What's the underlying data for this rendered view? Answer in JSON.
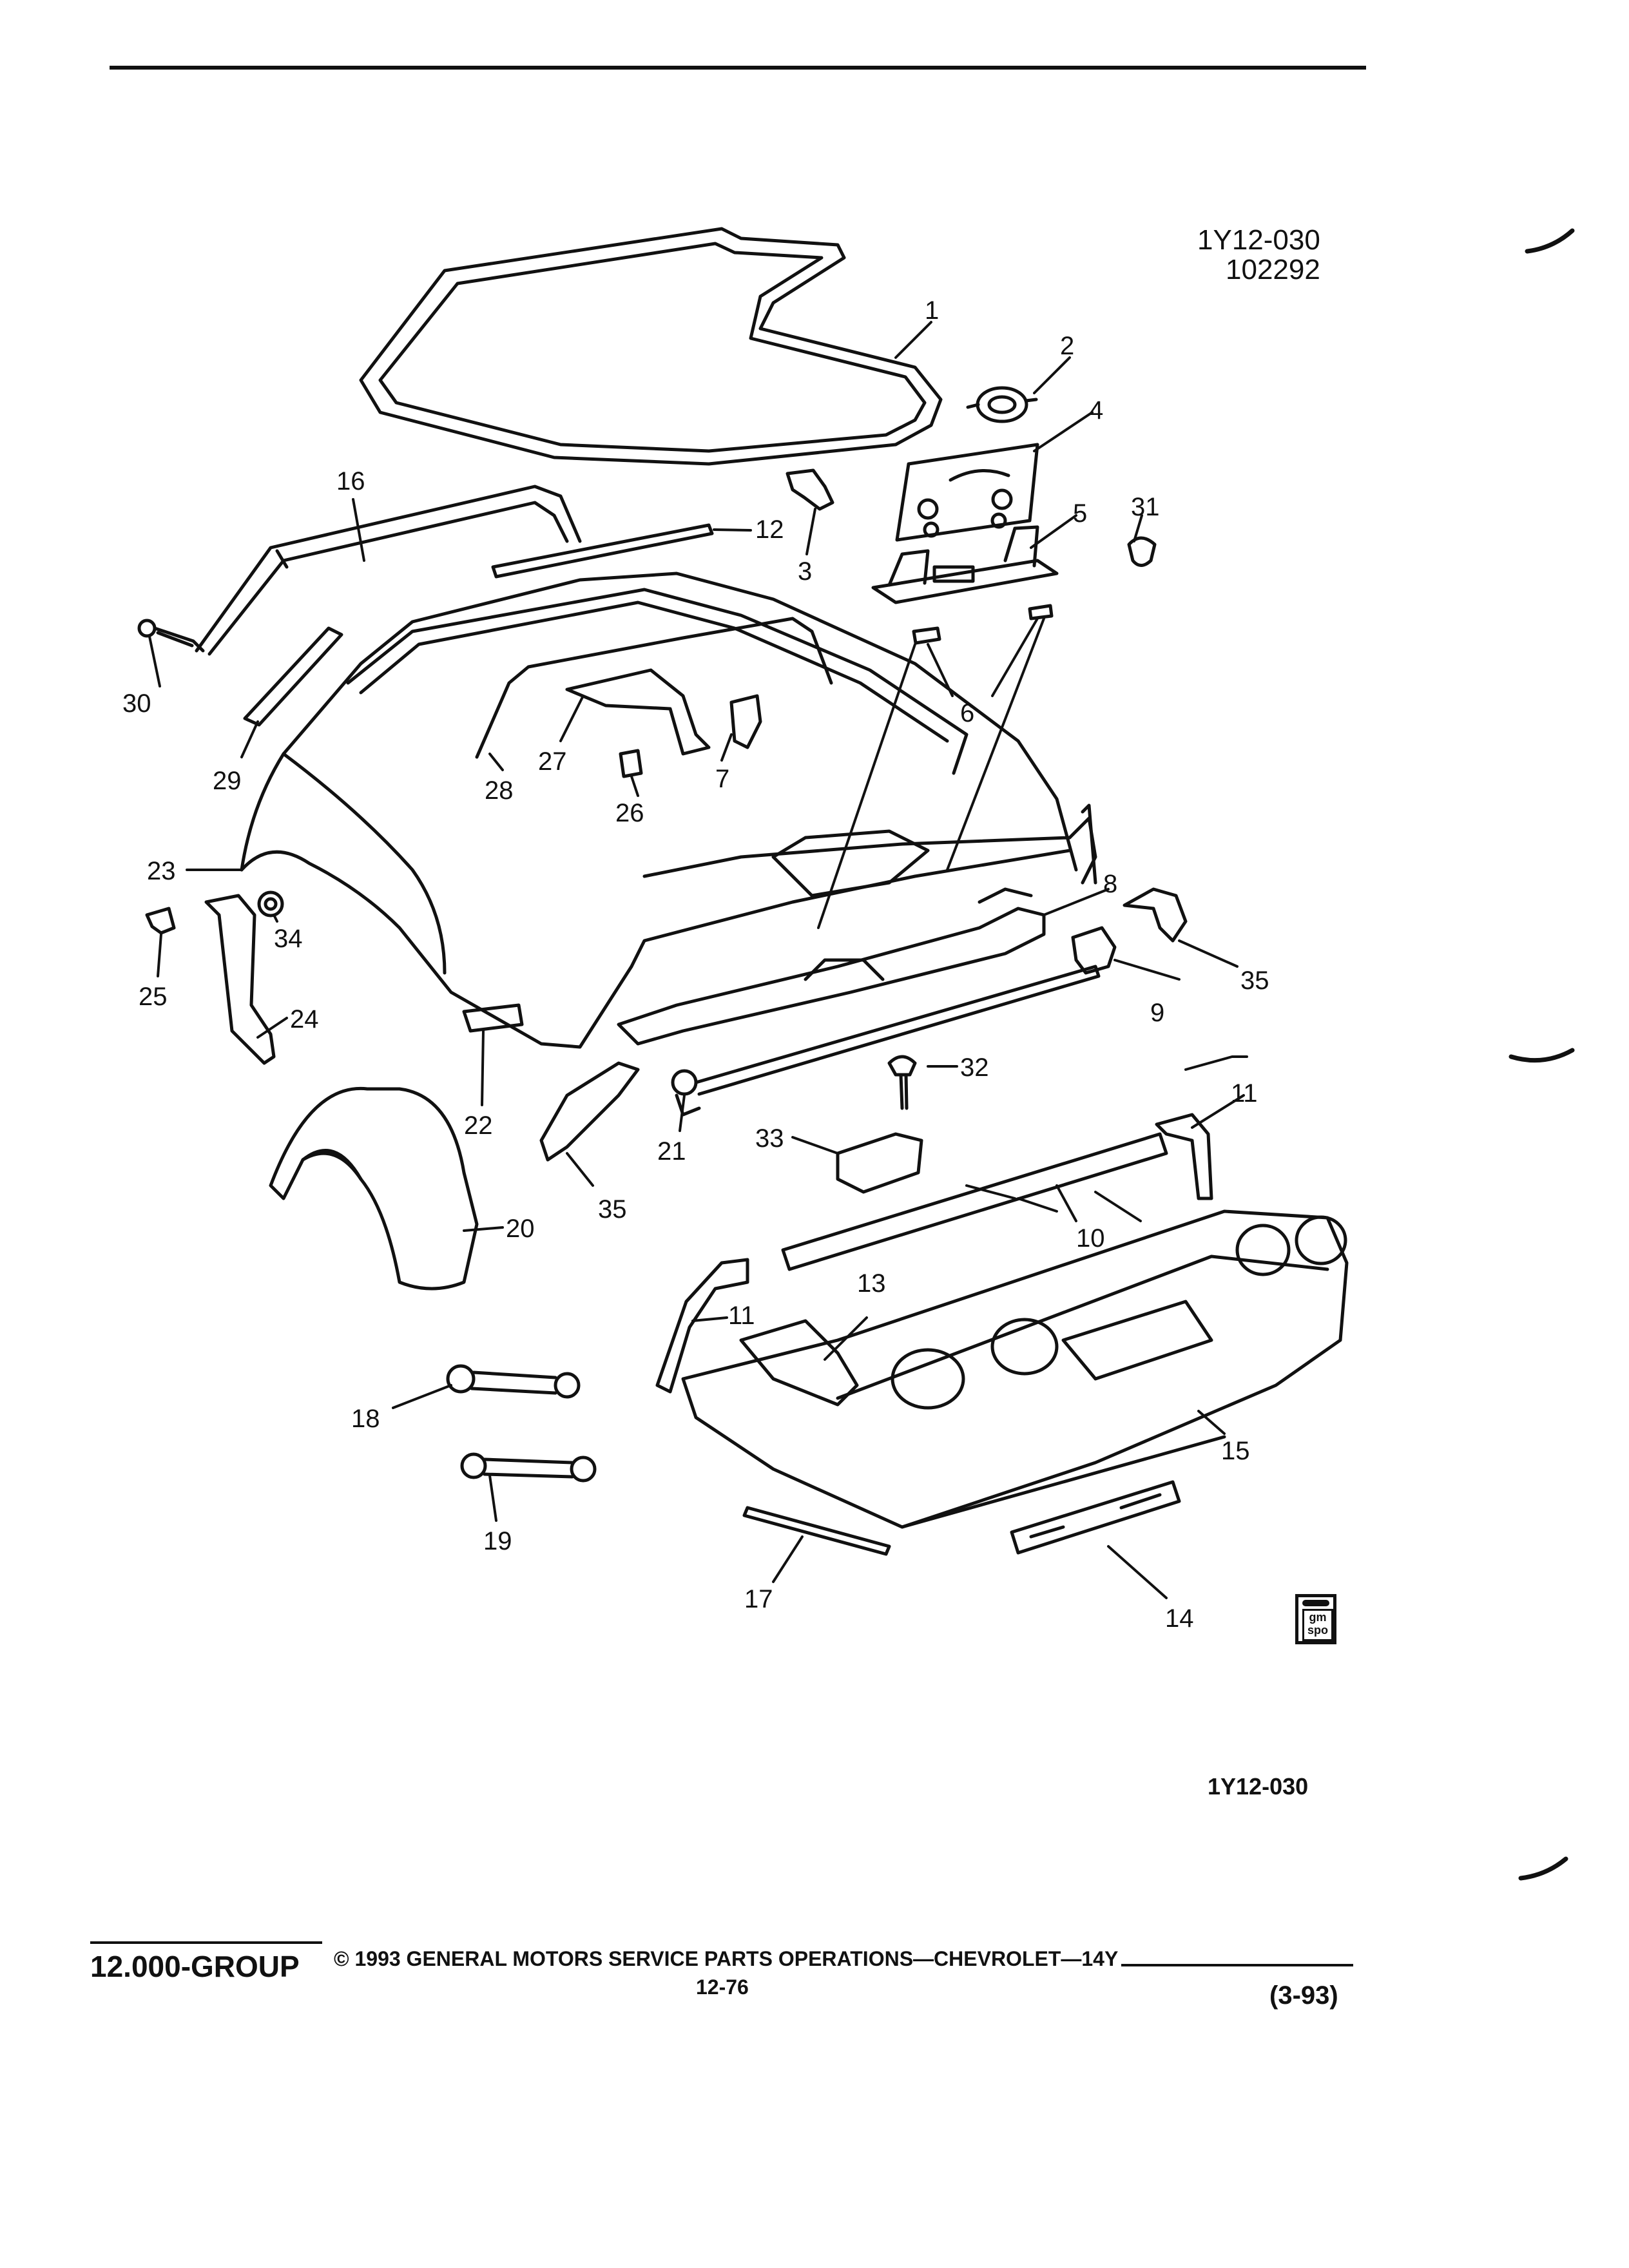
{
  "header": {
    "illustration_id": "1Y12-030",
    "revision": "102292"
  },
  "footer": {
    "group": "12.000-GROUP",
    "copyright": "© 1993 GENERAL MOTORS SERVICE PARTS OPERATIONS—CHEVROLET—14Y",
    "page": "12-76",
    "date_code": "(3-93)",
    "illustration_id": "1Y12-030"
  },
  "logo": {
    "text": "gm spo"
  },
  "callouts": [
    "1",
    "2",
    "3",
    "4",
    "5",
    "6",
    "7",
    "8",
    "9",
    "10",
    "11",
    "11",
    "12",
    "13",
    "14",
    "15",
    "16",
    "17",
    "18",
    "19",
    "20",
    "21",
    "22",
    "23",
    "24",
    "25",
    "26",
    "27",
    "28",
    "29",
    "30",
    "31",
    "32",
    "33",
    "34",
    "35",
    "35"
  ]
}
